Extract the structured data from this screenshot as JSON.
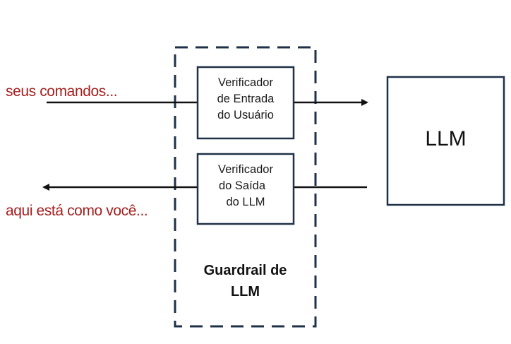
{
  "diagram": {
    "input_label": "seus comandos...",
    "output_label": "aqui está como você...",
    "input_checker": {
      "line1": "Verificador",
      "line2": "de Entrada",
      "line3": "do Usuário"
    },
    "output_checker": {
      "line1": "Verificador",
      "line2": "do Saída",
      "line3": "do LLM"
    },
    "guardrail": {
      "line1": "Guardrail de",
      "line2": "LLM"
    },
    "llm_label": "LLM",
    "colors": {
      "label_red": "#a31f1f",
      "box_stroke": "#1f3147",
      "arrow": "#111111"
    }
  }
}
